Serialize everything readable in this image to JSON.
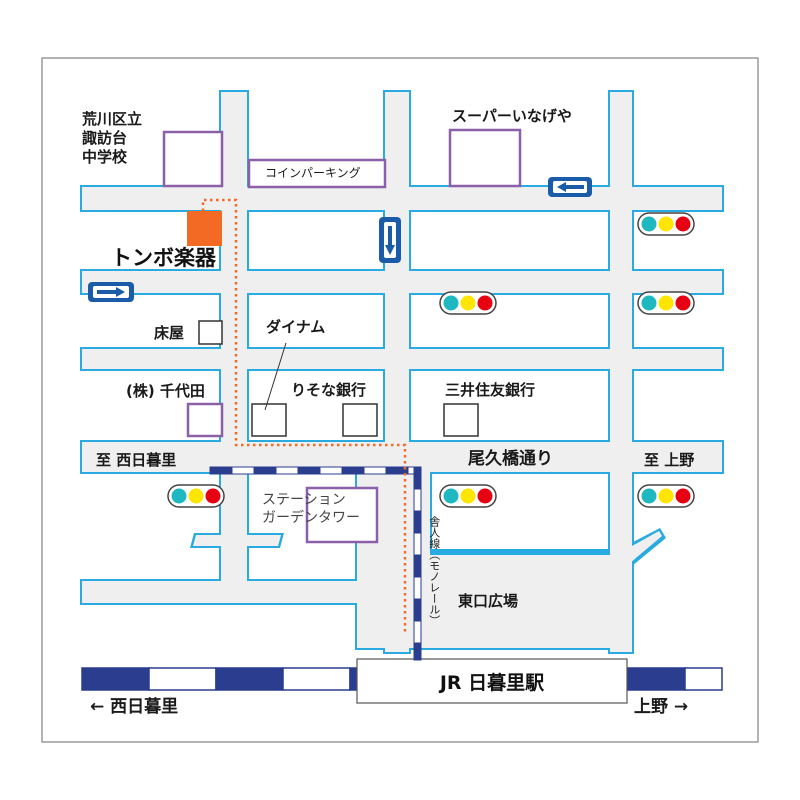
{
  "store": {
    "name": "トンボ楽器"
  },
  "landmarks": {
    "school": [
      "荒川区立",
      "諏訪台",
      "中学校"
    ],
    "coin_parking": "コインパーキング",
    "supermarket": "スーパーいなげや",
    "barber": "床屋",
    "dynamic": "ダイナム",
    "chiyoda": "(株) 千代田",
    "resona": "りそな銀行",
    "mitsui": "三井住友銀行",
    "station_garden": "ステーション\nガーデンタワー",
    "east_plaza": "東口広場"
  },
  "roads": {
    "ogubashi": "尾久橋通り",
    "to_nishinippori": "至 西日暮里",
    "to_ueno": "至 上野",
    "monorail": "舎人線（モノレール）"
  },
  "railway": {
    "station": "JR 日暮里駅",
    "left_direction": "← 西日暮里",
    "right_direction": "上野 →"
  },
  "colors": {
    "road_fill": "#efefef",
    "road_edge": "#29abe2",
    "building_outline": "#8c60a8",
    "store_marker": "#f26a24",
    "route": "#f26a24",
    "arrow": "#1a5ca8",
    "rail_blue": "#2b3d8f",
    "signal_cyan": "#1fb8c0",
    "signal_yellow": "#ffe500",
    "signal_red": "#e60012"
  }
}
